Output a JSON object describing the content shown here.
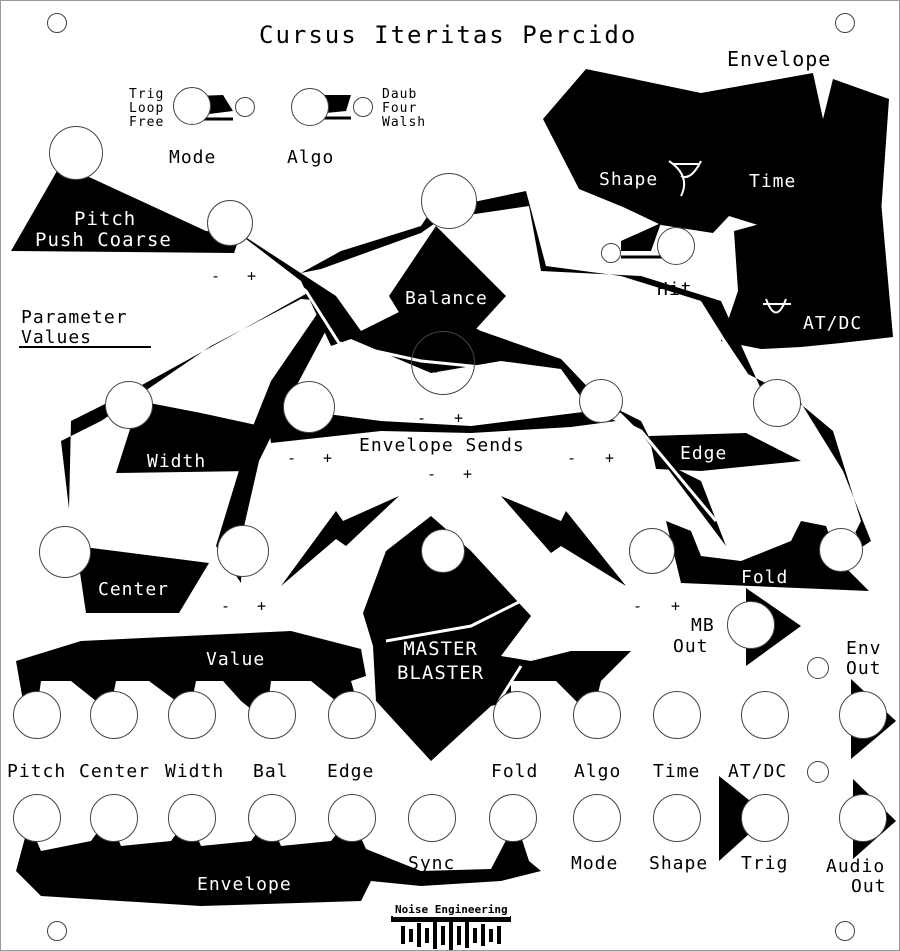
{
  "module": {
    "title": "Cursus Iteritas Percido",
    "brand": "Noise Engineering"
  },
  "colors": {
    "ink": "#000000",
    "panel": "#ffffff"
  },
  "switches": {
    "mode": {
      "label": "Mode",
      "options": [
        "Trig",
        "Loop",
        "Free"
      ]
    },
    "algo": {
      "label": "Algo",
      "options": [
        "Daub",
        "Four",
        "Walsh"
      ]
    },
    "hit": {
      "label": "Hit"
    }
  },
  "sections": {
    "envelope_top": "Envelope",
    "shape": "Shape",
    "time": "Time",
    "atdc": "AT/DC",
    "pitch_line1": "Pitch",
    "pitch_line2": "Push Coarse",
    "parameter_line1": "Parameter",
    "parameter_line2": "Values",
    "balance": "Balance",
    "width": "Width",
    "edge": "Edge",
    "envelope_sends": "Envelope Sends",
    "center": "Center",
    "fold": "Fold",
    "value": "Value",
    "master_line1": "MASTER",
    "master_line2": "BLASTER",
    "mb_out_line1": "MB",
    "mb_out_line2": "Out",
    "env_out_line1": "Env",
    "env_out_line2": "Out",
    "audio_out_line1": "Audio",
    "audio_out_line2": "Out",
    "envelope_bottom": "Envelope",
    "sync": "Sync"
  },
  "signs": {
    "minus": "-",
    "plus": "+"
  },
  "row1_labels": [
    "Pitch",
    "Center",
    "Width",
    "Bal",
    "Edge",
    "Fold",
    "Algo",
    "Time",
    "AT/DC"
  ],
  "row2_labels": [
    "Mode",
    "Shape",
    "Trig"
  ]
}
